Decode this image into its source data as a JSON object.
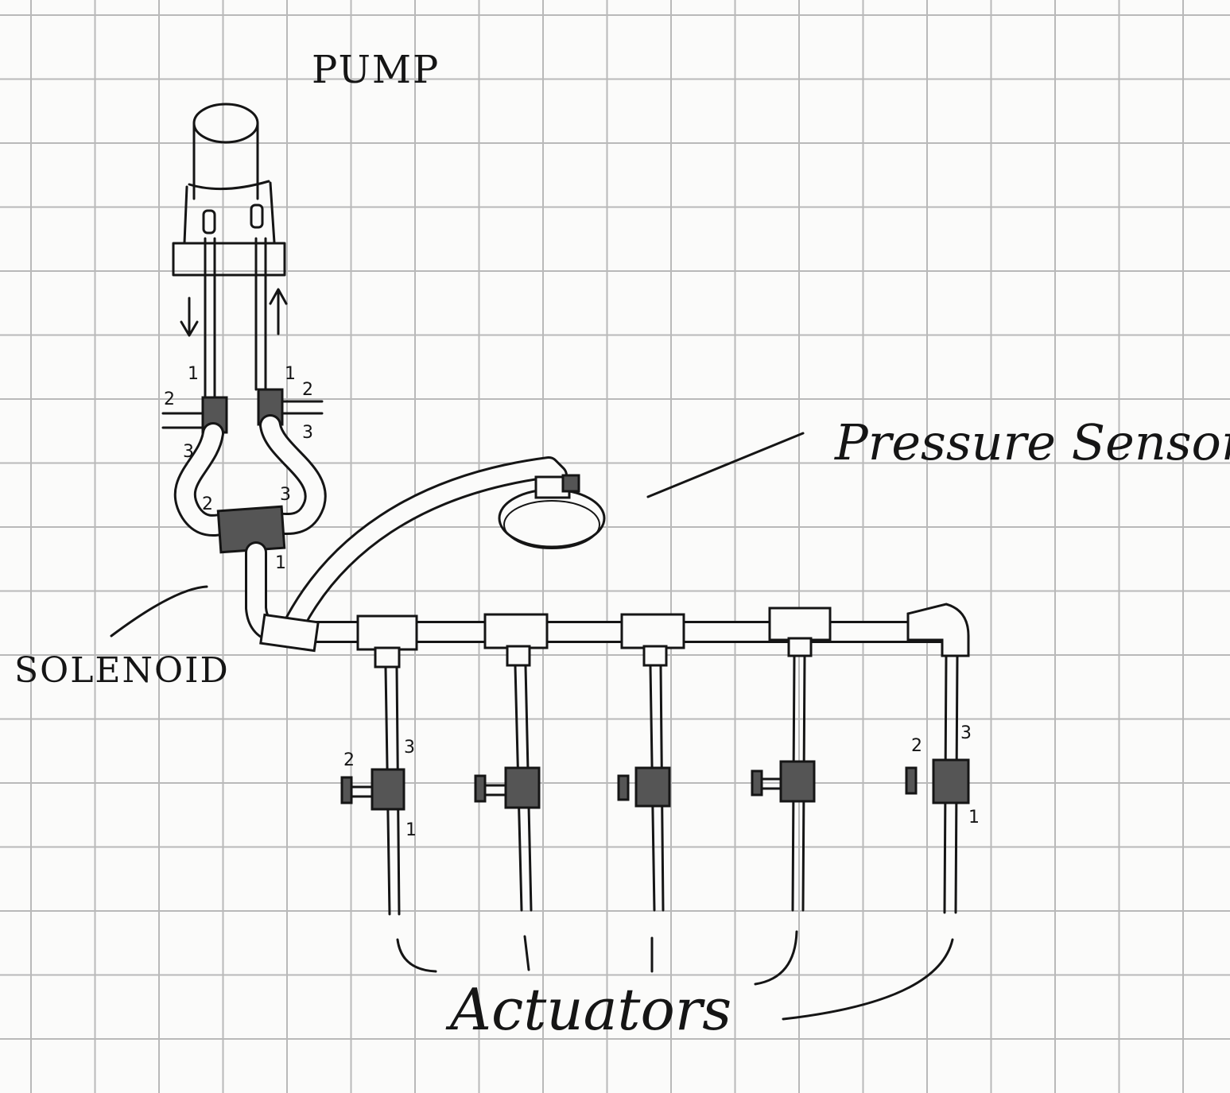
{
  "labels": {
    "pump": "PUMP",
    "pressure_sensor": "Pressure Sensor",
    "solenoid": "SOLENOID",
    "actuators": "Actuators"
  },
  "port_numbers": {
    "one": "1",
    "two": "2",
    "three": "3"
  },
  "colors": {
    "ink": "#151515",
    "grid": "#b9b9b9",
    "paper": "#fbfbfa"
  }
}
